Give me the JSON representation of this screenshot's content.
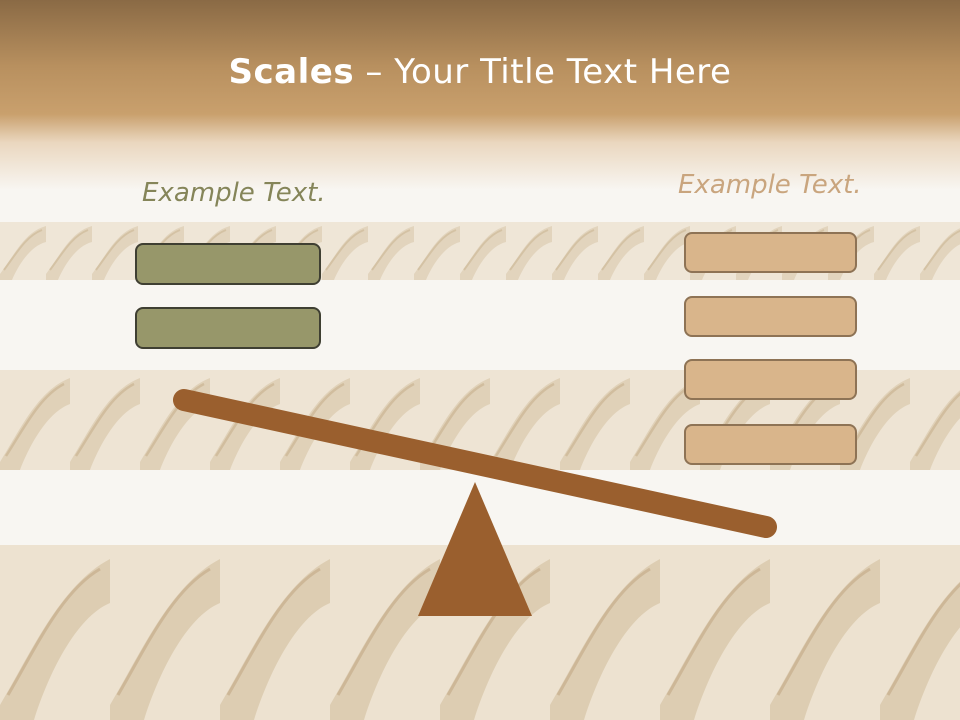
{
  "title": {
    "bold": "Scales",
    "rest": " – Your Title Text Here"
  },
  "left_column": {
    "label": "Example Text.",
    "boxes": 2
  },
  "right_column": {
    "label": "Example Text.",
    "boxes": 4
  },
  "colors": {
    "left_accent": "#858559",
    "right_accent": "#c9a57e",
    "beam": "#9a5f2e",
    "fulcrum": "#9a5f2e"
  }
}
